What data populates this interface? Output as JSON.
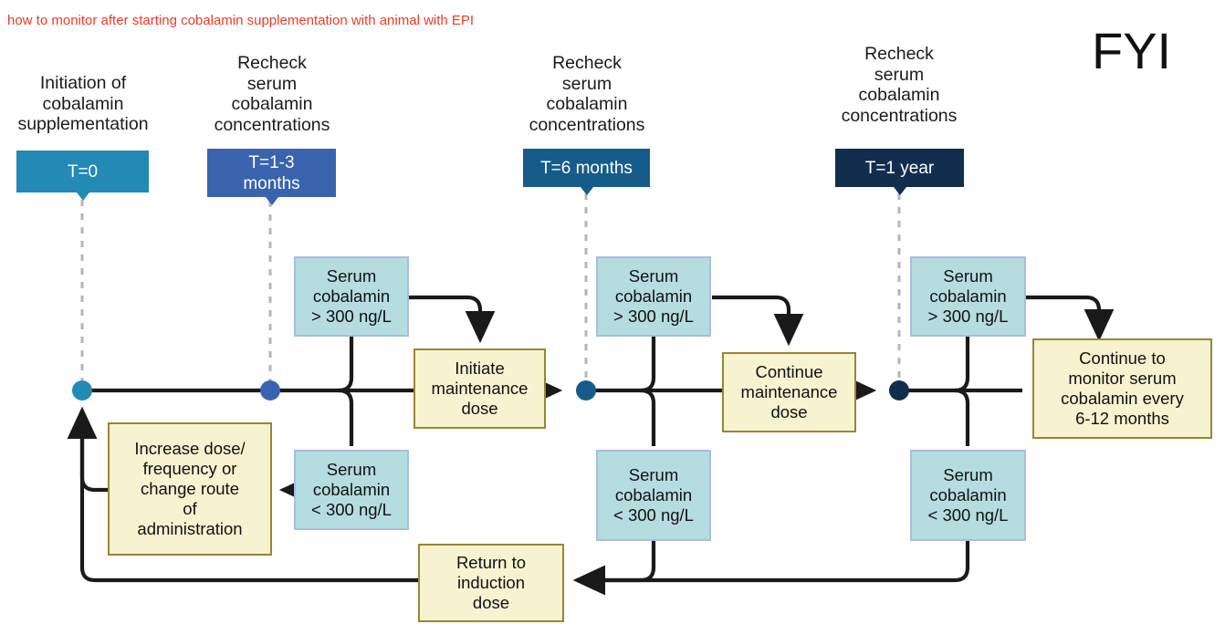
{
  "page": {
    "question_title": "how to monitor after starting cobalamin supplementation with animal with EPI",
    "badge_note": "FYI",
    "background_color": "#ffffff",
    "title_color": "#ef3b24"
  },
  "colors": {
    "t0": "#2389b5",
    "t1_3": "#3a63ae",
    "t6": "#155c8a",
    "t1y": "#112e4f",
    "test_box_fill": "#b5dde0",
    "test_box_border": "#a9bce4",
    "action_box_fill": "#f7f3d0",
    "action_box_border": "#9a8534",
    "connector": "#1a1a1a",
    "dashed_guide": "#b6b6b6"
  },
  "timeline": {
    "columns": [
      {
        "caption": "Initiation of\ncobalamin\nsupplementation",
        "badge_label": "T=0",
        "badge_color": "#2389b5",
        "dot_color": "#2389b5"
      },
      {
        "caption": "Recheck\nserum\ncobalamin\nconcentrations",
        "badge_label": "T=1-3\nmonths",
        "badge_color": "#3a63ae",
        "dot_color": "#3a63ae"
      },
      {
        "caption": "Recheck\nserum\ncobalamin\nconcentrations",
        "badge_label": "T=6 months",
        "badge_color": "#155c8a",
        "dot_color": "#155c8a"
      },
      {
        "caption": "Recheck\nserum\ncobalamin\nconcentrations",
        "badge_label": "T=1 year",
        "badge_color": "#112e4f",
        "dot_color": "#112e4f"
      }
    ]
  },
  "nodes": {
    "high_1": "Serum\ncobalamin\n> 300 ng/L",
    "low_1": "Serum\ncobalamin\n< 300 ng/L",
    "high_2": "Serum\ncobalamin\n> 300 ng/L",
    "low_2": "Serum\ncobalamin\n< 300 ng/L",
    "high_3": "Serum\ncobalamin\n> 300 ng/L",
    "low_3": "Serum\ncobalamin\n< 300 ng/L",
    "initiate_maintenance": "Initiate\nmaintenance\ndose",
    "continue_maintenance": "Continue\nmaintenance\ndose",
    "continue_monitor": "Continue to\nmonitor serum\ncobalamin every\n6-12 months",
    "increase_dose": "Increase dose/\nfrequency or\nchange route\nof\nadministration",
    "return_induction": "Return to\ninduction\ndose"
  },
  "flow_data": {
    "type": "flowchart",
    "threshold_ng_per_L": 300,
    "decision_points": [
      {
        "time": "T=0",
        "action": "Initiation of cobalamin supplementation"
      },
      {
        "time": "T=1-3 months",
        "if_high": "Initiate maintenance dose",
        "if_low": "Increase dose/frequency or change route of administration"
      },
      {
        "time": "T=6 months",
        "if_high": "Continue maintenance dose",
        "if_low": "Return to induction dose"
      },
      {
        "time": "T=1 year",
        "if_high": "Continue to monitor serum cobalamin every 6-12 months",
        "if_low": "Return to induction dose"
      }
    ]
  }
}
